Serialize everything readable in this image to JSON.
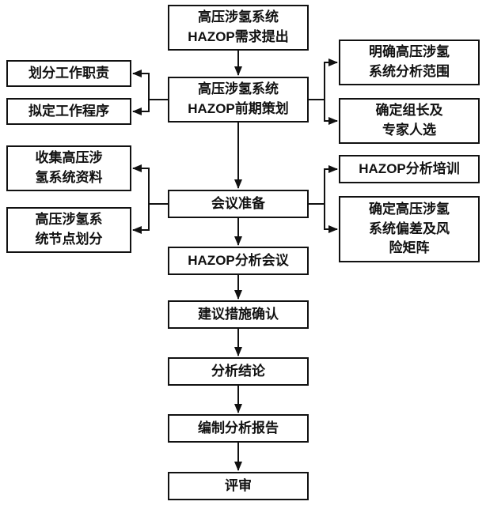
{
  "flowchart": {
    "main": [
      {
        "label": "高压涉氢系统\nHAZOP需求提出"
      },
      {
        "label": "高压涉氢系统\nHAZOP前期策划"
      },
      {
        "label": "会议准备"
      },
      {
        "label": "HAZOP分析会议"
      },
      {
        "label": "建议措施确认"
      },
      {
        "label": "分析结论"
      },
      {
        "label": "编制分析报告"
      },
      {
        "label": "评审"
      }
    ],
    "left": [
      {
        "label": "划分工作职责"
      },
      {
        "label": "拟定工作程序"
      },
      {
        "label": "收集高压涉\n氢系统资料"
      },
      {
        "label": "高压涉氢系\n统节点划分"
      }
    ],
    "right": [
      {
        "label": "明确高压涉氢\n系统分析范围"
      },
      {
        "label": "确定组长及\n专家人选"
      },
      {
        "label": "HAZOP分析培训"
      },
      {
        "label": "确定高压涉氢\n系统偏差及风\n险矩阵"
      }
    ],
    "line_color": "#111111"
  }
}
